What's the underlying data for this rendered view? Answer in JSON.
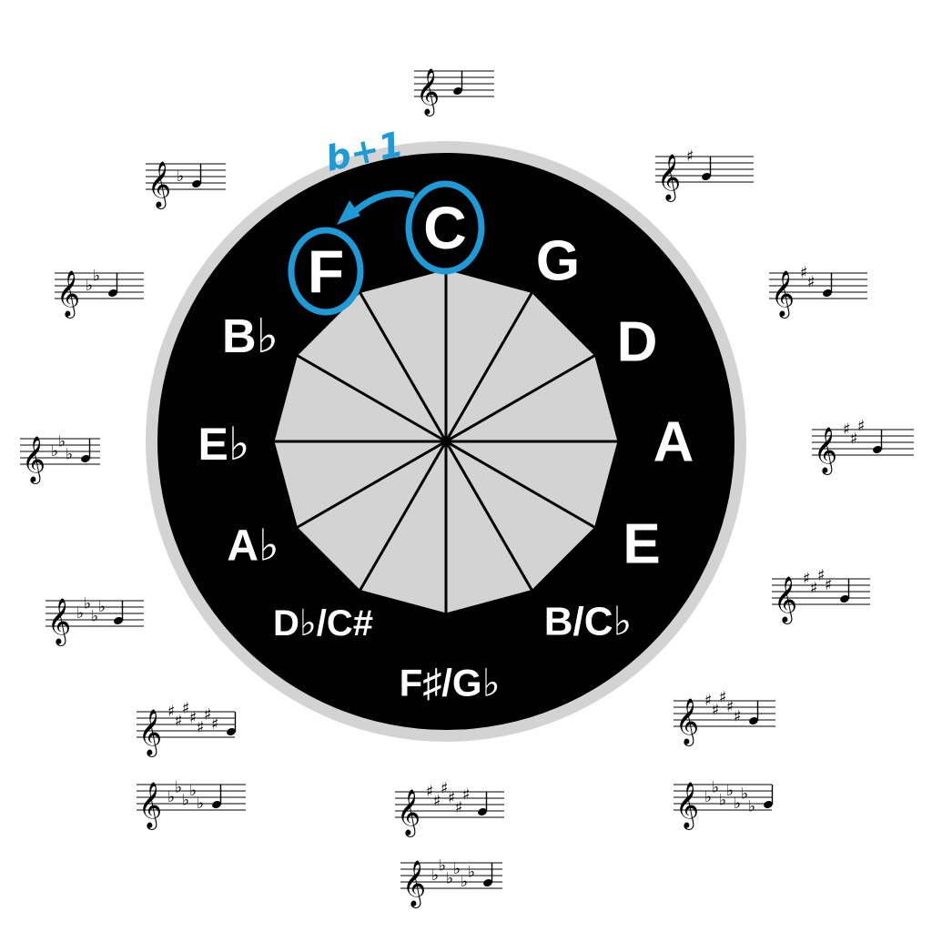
{
  "colors": {
    "background": "#ffffff",
    "ring": "#d3d3d3",
    "disc": "#000000",
    "polygon": "#d3d3d3",
    "spokes": "#000000",
    "labels": "#ffffff",
    "annotation": "#1e9ad6",
    "staff": "#000000"
  },
  "keys": [
    {
      "id": "c",
      "label": "C",
      "accidentals": 0,
      "type": "none"
    },
    {
      "id": "g",
      "label": "G",
      "accidentals": 1,
      "type": "sharp"
    },
    {
      "id": "d",
      "label": "D",
      "accidentals": 2,
      "type": "sharp"
    },
    {
      "id": "a",
      "label": "A",
      "accidentals": 3,
      "type": "sharp"
    },
    {
      "id": "e",
      "label": "E",
      "accidentals": 4,
      "type": "sharp"
    },
    {
      "id": "b",
      "label": "B/C♭",
      "accidentals": 5,
      "type": "sharp",
      "alt_accidentals": 7,
      "alt_type": "flat"
    },
    {
      "id": "fs",
      "label": "F♯/G♭",
      "accidentals": 6,
      "type": "sharp",
      "alt_accidentals": 6,
      "alt_type": "flat"
    },
    {
      "id": "db",
      "label": "D♭/C#",
      "accidentals": 5,
      "type": "flat",
      "alt_accidentals": 7,
      "alt_type": "sharp"
    },
    {
      "id": "ab",
      "label": "A♭",
      "accidentals": 4,
      "type": "flat"
    },
    {
      "id": "eb",
      "label": "E♭",
      "accidentals": 3,
      "type": "flat"
    },
    {
      "id": "bb",
      "label": "B♭",
      "accidentals": 2,
      "type": "flat"
    },
    {
      "id": "f",
      "label": "F",
      "accidentals": 1,
      "type": "flat"
    }
  ],
  "annotation": {
    "text": "b+1",
    "highlighted": [
      "C",
      "F"
    ],
    "arrow": "C → F"
  }
}
